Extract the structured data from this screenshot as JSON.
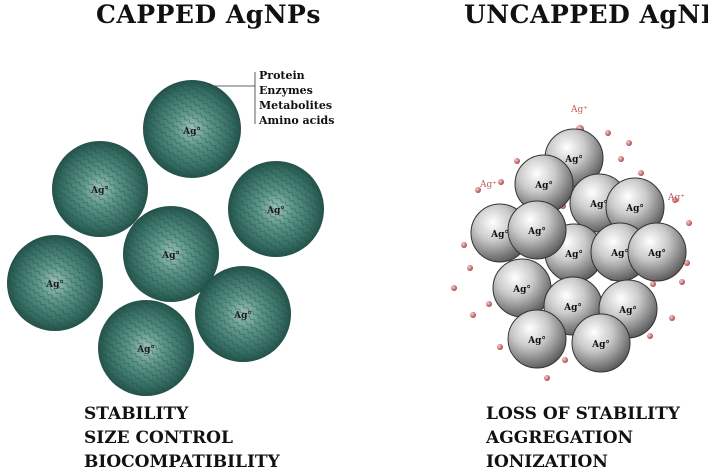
{
  "capped": {
    "title": "CAPPED AgNPs",
    "capping_agents": [
      "Protein",
      "Enzymes",
      "Metabolites",
      "Amino acids"
    ],
    "core_label": "Ag°",
    "properties": [
      "STABILITY",
      "SIZE CONTROL",
      "BIOCOMPATIBILITY"
    ]
  },
  "uncapped": {
    "title": "UNCAPPED AgNPs",
    "core_label": "Ag°",
    "ion_label": "Ag⁺",
    "properties": [
      "LOSS OF STABILITY",
      "AGGREGATION",
      "IONIZATION"
    ]
  },
  "colors": {
    "capped_particle": "#3f7b70",
    "uncapped_particle": "#9a9a9a",
    "ion": "#c86a6a"
  }
}
